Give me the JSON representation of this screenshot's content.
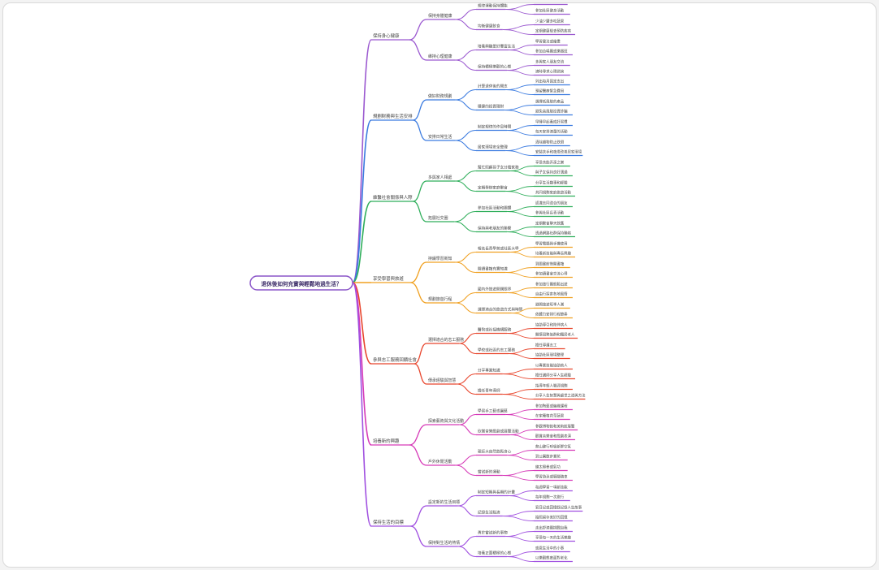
{
  "mindmap": {
    "root": "退休後如何充實與輕鬆地過生活？",
    "colors": {
      "purple": "#9b59d0",
      "blue": "#3b7be0",
      "green": "#2eae5a",
      "orange": "#f0a020",
      "red": "#e8452c",
      "magenta": "#d63ab8",
      "violet": "#a050e0",
      "root_border": "#8a55c8"
    },
    "branches": [
      {
        "label": "保持身心健康",
        "color": "purple",
        "children": [
          {
            "label": "保持身體健康",
            "children": [
              {
                "label": "規律運動保持體能",
                "leaves": [
                  "每天散步或做操",
                  "參加社區健身活動"
                ]
              },
              {
                "label": "均衡健康飲食",
                "leaves": [
                  "少油少鹽多吃蔬果",
                  "定期健康檢查預防疾病"
                ]
              }
            ]
          },
          {
            "label": "維持心理健康",
            "children": [
              {
                "label": "培養興趣愛好豐富生活",
                "leaves": [
                  "學習書法或繪畫",
                  "參加合唱團或樂器班"
                ]
              },
              {
                "label": "保持積極樂觀的心態",
                "leaves": [
                  "多與家人朋友交流",
                  "適時尋求心理諮詢"
                ]
              }
            ]
          }
        ]
      },
      {
        "label": "規劃財務與生活安排",
        "color": "blue",
        "children": [
          {
            "label": "做好財務規劃",
            "children": [
              {
                "label": "計算退休後的開支",
                "leaves": [
                  "列出每月固定支出",
                  "預留醫療緊急費用"
                ]
              },
              {
                "label": "穩健的投資理財",
                "leaves": [
                  "選擇低風險的產品",
                  "避免高風險投資詐騙"
                ]
              }
            ]
          },
          {
            "label": "安排日常生活",
            "children": [
              {
                "label": "制定規律的作息時間",
                "leaves": [
                  "早睡早起養成好習慣",
                  "每天安排適量的活動"
                ]
              },
              {
                "label": "居家環境安全整理",
                "leaves": [
                  "清除雜物防止跌倒",
                  "安裝扶手和夜燈改善居家環境"
                ]
              }
            ]
          }
        ]
      },
      {
        "label": "維繫社會關係與人際",
        "color": "green",
        "children": [
          {
            "label": "多與家人相處",
            "children": [
              {
                "label": "幫忙照顧孫子女分擔家務",
                "leaves": [
                  "享受含飴弄孫之樂",
                  "與子女保持良好溝通"
                ]
              },
              {
                "label": "定期舉辦家庭聚會",
                "leaves": [
                  "分享生活趣事和經驗",
                  "共同規劃家庭旅遊活動"
                ]
              }
            ]
          },
          {
            "label": "拓展社交圈",
            "children": [
              {
                "label": "參加社區活動和團體",
                "leaves": [
                  "認識志同道合的朋友",
                  "參與社區長青活動"
                ]
              },
              {
                "label": "保持與老朋友的聯繫",
                "leaves": [
                  "定期聚會聊天敘舊",
                  "透過網路社群保持聯絡"
                ]
              }
            ]
          }
        ]
      },
      {
        "label": "享受學習與旅遊",
        "color": "orange",
        "children": [
          {
            "label": "持續學習新知",
            "children": [
              {
                "label": "報名長青學苑或社區大學",
                "leaves": [
                  "學習電腦與手機使用",
                  "培養新技能與專長興趣"
                ]
              },
              {
                "label": "閱讀書籍充實知識",
                "leaves": [
                  "到圖書館借閱書籍",
                  "參加讀書會交流心得"
                ]
              }
            ]
          },
          {
            "label": "規劃旅遊行程",
            "children": [
              {
                "label": "國內外旅遊開闊眼界",
                "leaves": [
                  "參加旅行團輕鬆出遊",
                  "自由行探索各地風情"
                ]
              },
              {
                "label": "選擇適合的旅遊方式與時間",
                "leaves": [
                  "避開旅遊旺季人潮",
                  "依體力安排行程節奏"
                ]
              }
            ]
          }
        ]
      },
      {
        "label": "參與志工服務回饋社會",
        "color": "red",
        "children": [
          {
            "label": "選擇適合的志工服務",
            "children": [
              {
                "label": "醫院或社福機構服務",
                "leaves": [
                  "協助導引和陪伴病人",
                  "關懷弱勢族群和獨居老人"
                ]
              },
              {
                "label": "學校或社區的志工服務",
                "leaves": [
                  "擔任導護志工",
                  "協助社區環境整理"
                ]
              }
            ]
          },
          {
            "label": "傳承經驗與智慧",
            "children": [
              {
                "label": "分享專業知識",
                "leaves": [
                  "以專業技能協助他人",
                  "擔任講師分享人生經驗"
                ]
              },
              {
                "label": "擔任青年導師",
                "leaves": [
                  "指導年輕人職涯規劃",
                  "分享人生智慧與處世之道與方法"
                ]
              }
            ]
          }
        ]
      },
      {
        "label": "培養新的興趣",
        "color": "magenta",
        "children": [
          {
            "label": "探索藝術與文化活動",
            "children": [
              {
                "label": "學習手工藝或園藝",
                "leaves": [
                  "參加陶藝或編織課程",
                  "在家種植花草蔬果"
                ]
              },
              {
                "label": "欣賞音樂戲劇或展覽活動",
                "leaves": [
                  "參觀博物館和美術館展覽",
                  "觀賞音樂會和戲劇表演"
                ]
              }
            ]
          },
          {
            "label": "戶外休閒活動",
            "children": [
              {
                "label": "親近大自然放鬆身心",
                "leaves": [
                  "爬山健行呼吸新鮮空氣",
                  "到公園散步賞花"
                ]
              },
              {
                "label": "嘗試新的運動",
                "leaves": [
                  "練太極拳或氣功",
                  "學習游泳或騎腳踏車"
                ]
              }
            ]
          }
        ]
      },
      {
        "label": "保持生活的目標",
        "color": "violet",
        "children": [
          {
            "label": "設定新的生活目標",
            "children": [
              {
                "label": "制定短期與長期的計畫",
                "leaves": [
                  "每週學習一項新技能",
                  "每年規劃一次旅行"
                ]
              },
              {
                "label": "記錄生活點滴",
                "leaves": [
                  "寫日記或回憶錄記錄人生故事",
                  "拍照留存美好的回憶"
                ]
              }
            ]
          },
          {
            "label": "保持對生活的熱情",
            "children": [
              {
                "label": "勇於嘗試新的事物",
                "leaves": [
                  "走出舒適圈挑戰自我",
                  "享受每一天的生活樂趣"
                ]
              },
              {
                "label": "培養正面積極的心態",
                "leaves": [
                  "感恩生活中的小事",
                  "以樂觀態度面對老化"
                ]
              }
            ]
          }
        ]
      }
    ]
  }
}
